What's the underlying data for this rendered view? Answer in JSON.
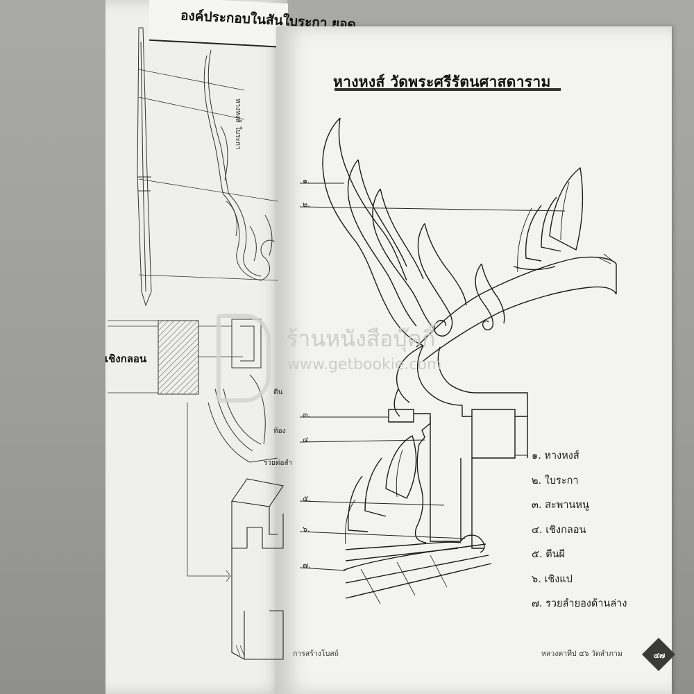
{
  "title": "หางหงส์ วัดพระศรีรัตนศาสดาราม",
  "left_page": {
    "header": "องค์ประกอบในสันใบระกา ยอด",
    "side_label": "เชิงกลอน",
    "callouts": [
      "หางหงส์",
      "ใบระกา",
      "ตีน",
      "ท้อง",
      "รวยต่อลำ"
    ],
    "footer": "การสร้างโบสถ์"
  },
  "diagram": {
    "callout_numbers": [
      "๑.",
      "๒.",
      "๓.",
      "๔.",
      "๕.",
      "๖.",
      "๗."
    ]
  },
  "legend": [
    "๑. หางหงส์",
    "๒. ใบระกา",
    "๓. สะพานหนู",
    "๔. เชิงกลอน",
    "๕. ตีนผี",
    "๖. เชิงแป",
    "๗. รวยลำยองด้านล่าง"
  ],
  "footer_right": "หลวงตาทีป ๔๖ วัดลำภาม",
  "page_number": "๔๗",
  "watermark": {
    "name": "ร้านหนังสือบุ๊คกี้",
    "url": "www.getbookie.com"
  }
}
